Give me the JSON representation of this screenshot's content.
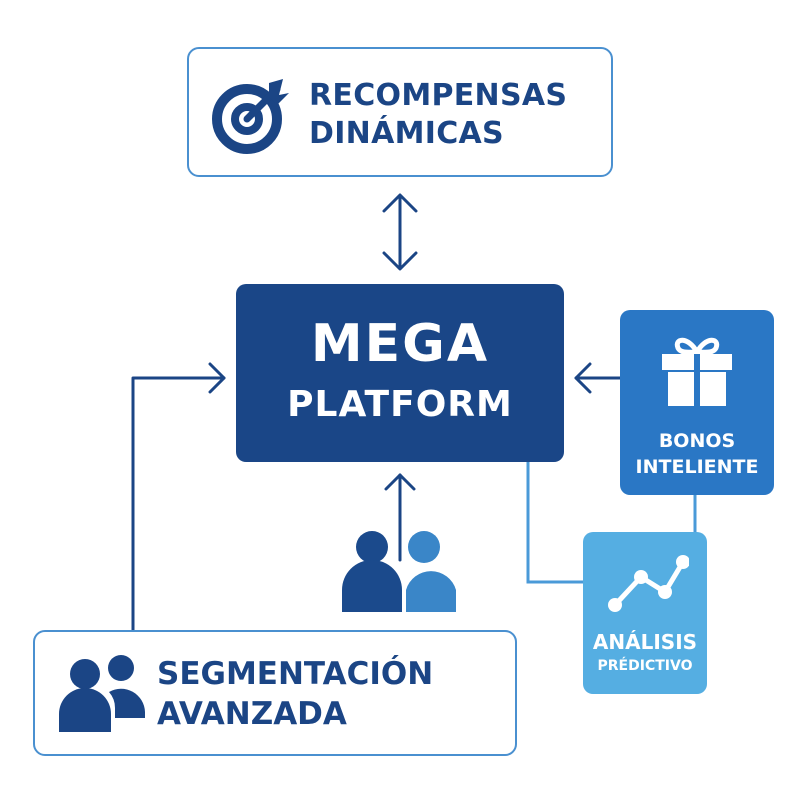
{
  "diagram": {
    "top_node": {
      "line1": "RECOMPENSAS",
      "line2": "DINÁMICAS",
      "icon": "target-arrow-icon"
    },
    "center_node": {
      "line1": "MEGA",
      "line2": "PLATFORM"
    },
    "bonos_node": {
      "line1": "BONOS",
      "line2": "INTELIENTE",
      "icon": "gift-icon"
    },
    "analisis_node": {
      "line1": "ANÁLISIS",
      "line2": "PRÉDICTIVO",
      "icon": "line-chart-icon"
    },
    "segmentation_node": {
      "line1": "SEGMENTACIÓN",
      "line2": "AVANZADA",
      "icon": "users-icon"
    },
    "colors": {
      "navy": "#1a4687",
      "bonos": "#2a77c5",
      "analisis": "#55aee2",
      "border": "#4a90d0",
      "users_light": "#3a86c8"
    }
  }
}
